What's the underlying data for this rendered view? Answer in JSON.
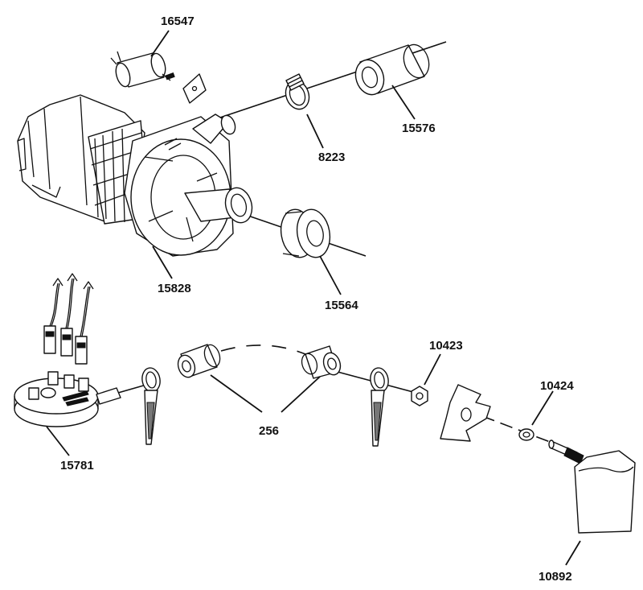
{
  "diagram": {
    "parts": [
      {
        "id": "pump",
        "number": "15828"
      },
      {
        "id": "capacitor",
        "number": "16547"
      },
      {
        "id": "hose-clamp",
        "number": "8223"
      },
      {
        "id": "hose-sleeve",
        "number": "15576"
      },
      {
        "id": "grommet",
        "number": "15564"
      },
      {
        "id": "pressure-switch",
        "number": "15781"
      },
      {
        "id": "hose-clips-pair",
        "number": "256"
      },
      {
        "id": "nut",
        "number": "10423"
      },
      {
        "id": "washer",
        "number": "10424"
      },
      {
        "id": "knob-shaft-assembly",
        "number": "10892"
      }
    ]
  }
}
